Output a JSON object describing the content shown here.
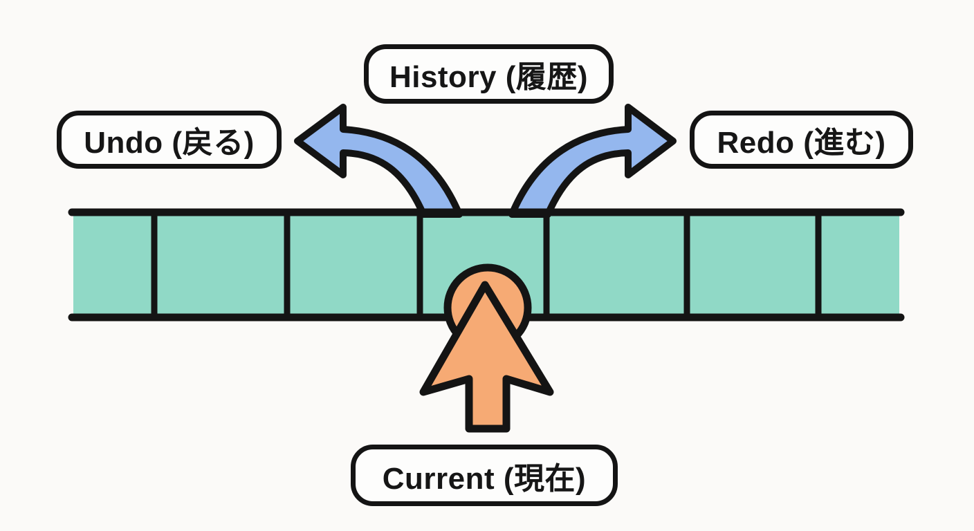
{
  "diagram": {
    "type": "undo-redo-history-timeline",
    "labels": {
      "history": "History (履歴)",
      "undo": "Undo (戻る)",
      "redo": "Redo (進む)",
      "current": "Current (現在)"
    },
    "timeline": {
      "cell_count": 7,
      "marked_cell_index": 3
    },
    "colors": {
      "background": "#fbfaf8",
      "timeline_fill": "#90d9c6",
      "arrow_fill": "#94b7ee",
      "cursor_fill": "#f6aa74",
      "outline": "#141414",
      "label_background": "#fdfdfc"
    }
  }
}
